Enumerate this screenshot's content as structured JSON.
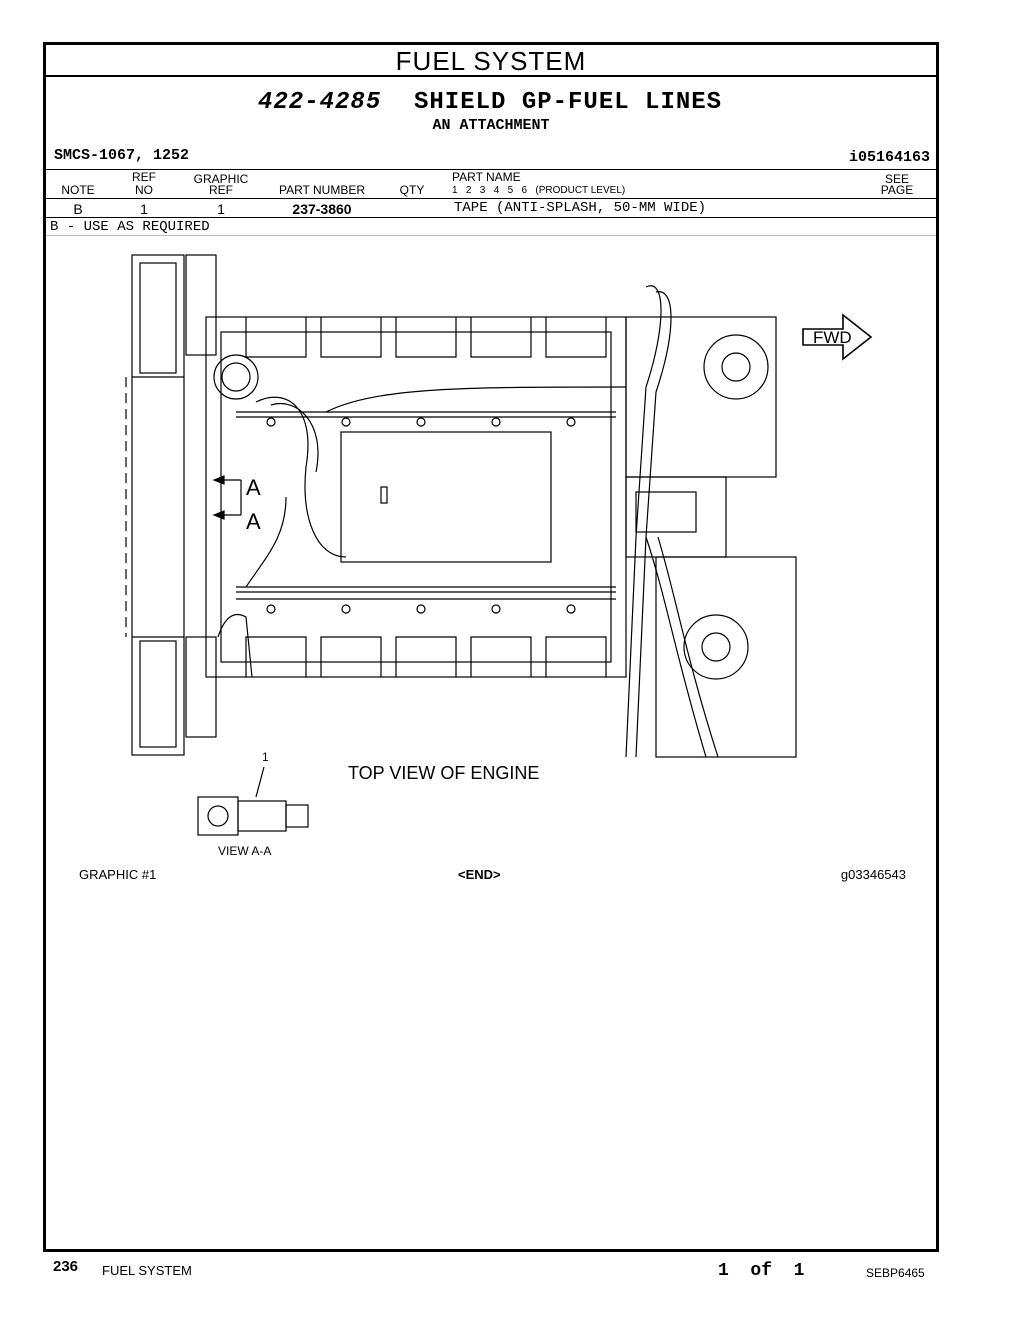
{
  "doc": {
    "section_title": "FUEL SYSTEM",
    "part_number": "422-4285",
    "part_name": "SHIELD GP-FUEL LINES",
    "subtitle": "AN ATTACHMENT",
    "smcs": "SMCS-1067, 1252",
    "info_id": "i05164163"
  },
  "table": {
    "headers": {
      "note": "NOTE",
      "ref_no_top": "REF",
      "ref_no_bottom": "NO",
      "graphic_ref_top": "GRAPHIC",
      "graphic_ref_bottom": "REF",
      "part_number": "PART NUMBER",
      "qty": "QTY",
      "part_name": "PART NAME",
      "levels": "1   2   3   4   5   6   (PRODUCT LEVEL)",
      "see_page_top": "SEE",
      "see_page_bottom": "PAGE"
    },
    "rows": [
      {
        "note": "B",
        "ref_no": "1",
        "graphic_ref": "1",
        "part_number": "237-3860",
        "qty": "",
        "part_name": "TAPE (ANTI-SPLASH, 50-MM WIDE)",
        "see_page": ""
      }
    ],
    "note_text": "B - USE AS REQUIRED"
  },
  "graphic": {
    "fwd_label": "FWD",
    "view_label_a": "A",
    "caption": "TOP VIEW OF ENGINE",
    "callout": "1",
    "view_caption": "VIEW A-A",
    "graphic_label": "GRAPHIC #1",
    "end_label": "<END>",
    "graphic_id": "g03346543"
  },
  "footer": {
    "page_number": "236",
    "section": "FUEL SYSTEM",
    "pagination": "1  of  1",
    "doc_id": "SEBP6465"
  }
}
